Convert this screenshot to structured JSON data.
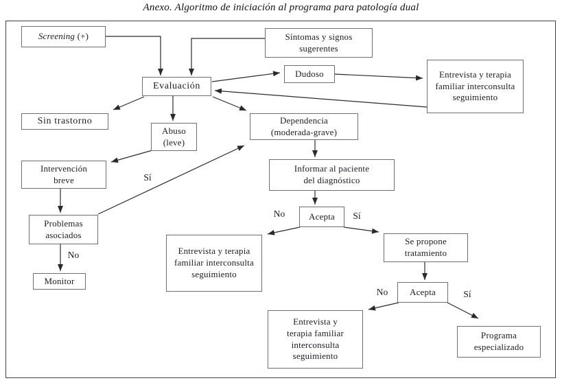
{
  "title": "Anexo. Algoritmo de iniciación al programa para patología dual",
  "nodes": {
    "screening": {
      "italic": "Screening",
      "rest": " (+)"
    },
    "sintomas": {
      "label": "Síntomas y signos\nsugerentes"
    },
    "evaluacion": {
      "label": "Evaluación"
    },
    "dudoso": {
      "label": "Dudoso"
    },
    "entrevista_top": {
      "label": "Entrevista y terapia\nfamiliar interconsulta\nseguimiento"
    },
    "sin_trastorno": {
      "label": "Sin trastorno"
    },
    "abuso": {
      "label": "Abuso\n(leve)"
    },
    "dependencia": {
      "label": "Dependencia\n(moderada-grave)"
    },
    "intervencion": {
      "label": "Intervención\nbreve"
    },
    "informar": {
      "label": "Informar al paciente\ndel diagnóstico"
    },
    "problemas": {
      "label": "Problemas\nasociados"
    },
    "acepta1": {
      "label": "Acepta"
    },
    "monitor": {
      "label": "Monitor"
    },
    "entrevista_mid": {
      "label": "Entrevista y terapia\nfamiliar interconsulta\nseguimiento"
    },
    "se_propone": {
      "label": "Se propone\ntratamiento"
    },
    "acepta2": {
      "label": "Acepta"
    },
    "entrevista_bottom": {
      "label": "Entrevista y\nterapia familiar\ninterconsulta\nseguimiento"
    },
    "programa": {
      "label": "Programa\nespecializado"
    }
  },
  "edge_labels": {
    "si_problemas": "Sí",
    "no_problemas": "No",
    "no_acepta1": "No",
    "si_acepta1": "Sí",
    "no_acepta2": "No",
    "si_acepta2": "Sí"
  },
  "colors": {
    "background": "#ffffff",
    "frame_border": "#3f3f3f",
    "box_border": "#6e6e6e",
    "line": "#2a2a2a",
    "text": "#1c1c24"
  }
}
